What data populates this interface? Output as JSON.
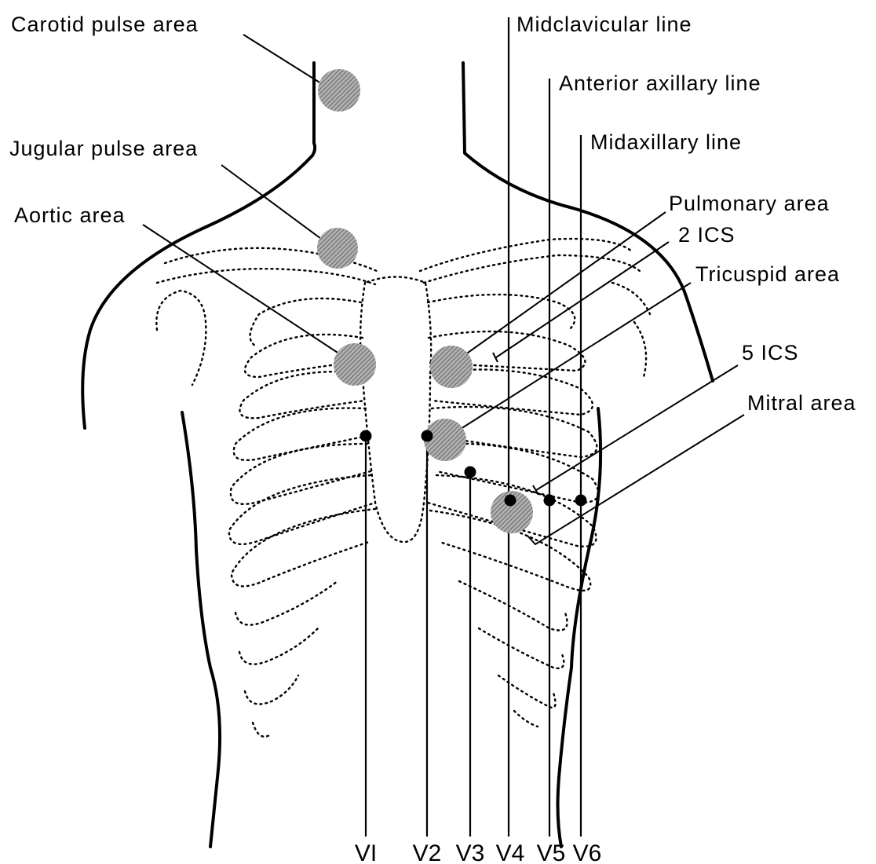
{
  "labels": {
    "carotid": "Carotid pulse area",
    "jugular": "Jugular pulse area",
    "aortic": "Aortic area",
    "midclavicular": "Midclavicular line",
    "anterior_axillary": "Anterior axillary line",
    "midaxillary": "Midaxillary line",
    "pulmonary": "Pulmonary area",
    "ics2": "2 ICS",
    "tricuspid": "Tricuspid area",
    "ics5": "5 ICS",
    "mitral": "Mitral area"
  },
  "leads": [
    "VI",
    "V2",
    "V3",
    "V4",
    "V5",
    "V6"
  ],
  "colors": {
    "ink": "#000000",
    "area_fill": "#9a9a9a",
    "background": "#ffffff"
  }
}
